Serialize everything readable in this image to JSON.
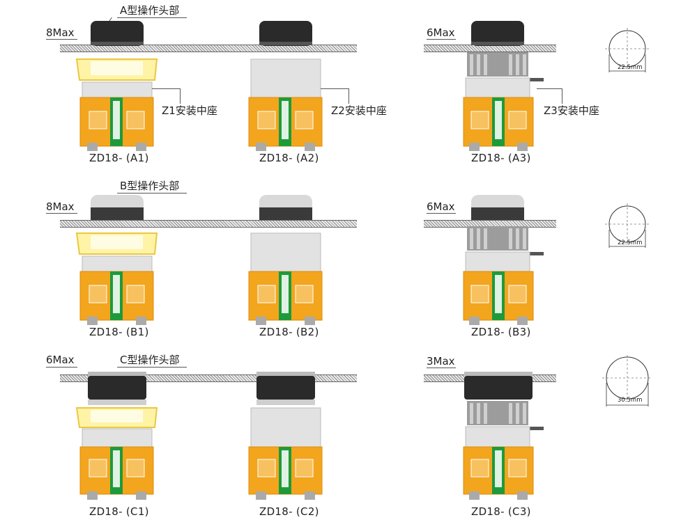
{
  "headers": {
    "a": "A型操作头部",
    "b": "B型操作头部",
    "c": "C型操作头部"
  },
  "max_labels": {
    "row1_left": "8Max",
    "row1_right": "6Max",
    "row2_left": "8Max",
    "row2_right": "6Max",
    "row3_left": "6Max",
    "row3_right": "3Max"
  },
  "seats": {
    "z1": "Z1安装中座",
    "z2": "Z2安装中座",
    "z3": "Z3安装中座"
  },
  "captions": {
    "a1": "ZD18- (A1)",
    "a2": "ZD18- (A2)",
    "a3": "ZD18- (A3)",
    "b1": "ZD18- (B1)",
    "b2": "ZD18- (B2)",
    "b3": "ZD18- (B3)",
    "c1": "ZD18- (C1)",
    "c2": "ZD18- (C2)",
    "c3": "ZD18- (C3)"
  },
  "diameters": {
    "d1": "22.5mm",
    "d2": "22.5mm",
    "d3": "30.5mm"
  },
  "colors": {
    "base_orange": "#f3a51d",
    "base_yellow": "#ffd23a",
    "green": "#1e9a3a",
    "translucent_yellow": "#fff2a6",
    "gray_body": "#dcdcdc",
    "black_cap": "#2a2a2a"
  }
}
